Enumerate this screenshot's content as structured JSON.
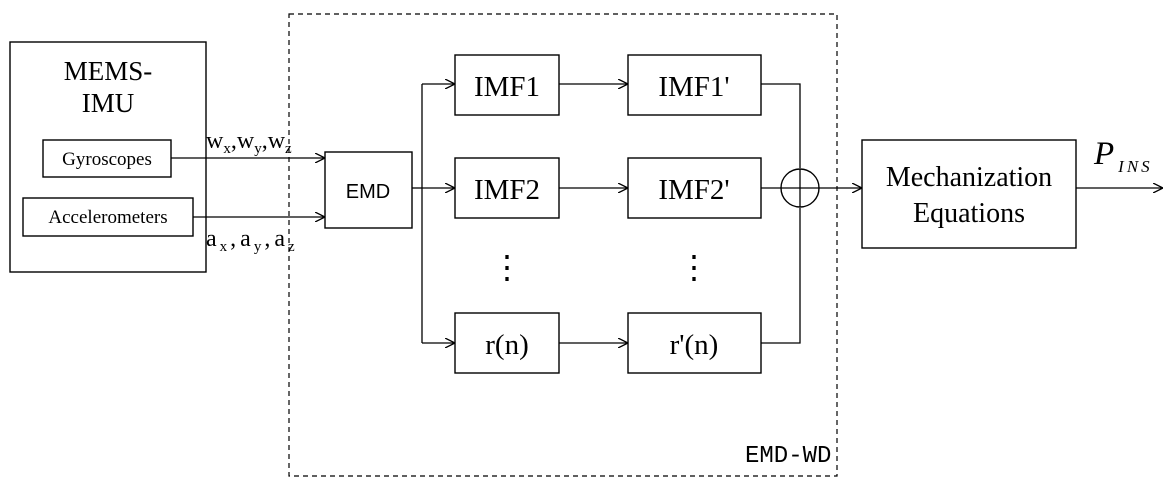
{
  "mems": {
    "title_line1": "MEMS-",
    "title_line2": "IMU",
    "gyro": "Gyroscopes",
    "accel": "Accelerometers"
  },
  "signals": {
    "w_x": "w",
    "w_x_sub": "x",
    "w_y": "w",
    "w_y_sub": "y",
    "w_z": "w",
    "w_z_sub": "z",
    "a_x": "a",
    "a_x_sub": "x",
    "a_y": "a",
    "a_y_sub": "y",
    "a_z": "a",
    "a_z_sub": "z",
    "comma": ","
  },
  "emd_group": {
    "label": "EMD-WD",
    "emd": "EMD"
  },
  "modes": [
    {
      "in": "IMF1",
      "out": "IMF1'"
    },
    {
      "in": "IMF2",
      "out": "IMF2'"
    },
    {
      "in": "r(n)",
      "out": "r'(n)"
    }
  ],
  "ellipsis": "⋮",
  "mechanization": {
    "line1": "Mechanization",
    "line2": "Equations"
  },
  "output": {
    "symbol": "P",
    "subscript": "INS"
  },
  "colors": {
    "stroke": "#000000",
    "background": "#ffffff"
  }
}
